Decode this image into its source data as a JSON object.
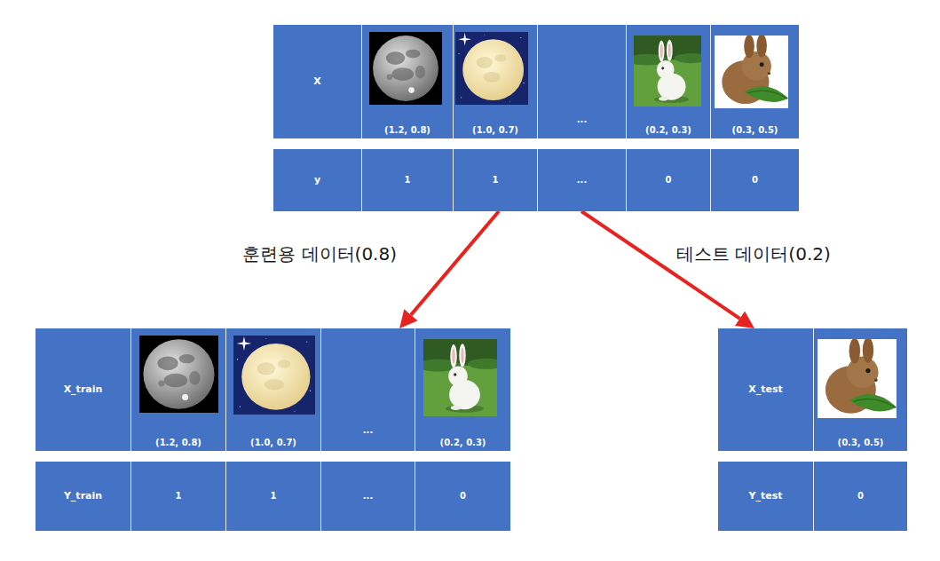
{
  "diagram": {
    "nodes": [
      {
        "text": [
          "X"
        ]
      },
      {
        "text": [
          "(1.2, 0.8)"
        ],
        "in": 0
      },
      {
        "text": [
          "(1.0, 0.7)"
        ],
        "in": 0
      },
      {
        "text": [
          "..."
        ],
        "in": 0
      },
      {
        "text": [
          "(0.2, 0.3)"
        ],
        "in": 0
      },
      {
        "text": [
          "(0.3, 0.5)"
        ],
        "in": 0
      },
      {
        "text": [
          "y"
        ]
      },
      {
        "text": [
          "1"
        ],
        "in": 6
      },
      {
        "text": [
          "1"
        ],
        "in": 6
      },
      {
        "text": [
          "..."
        ],
        "in": 6
      },
      {
        "text": [
          "0"
        ],
        "in": 6
      },
      {
        "text": [
          "0"
        ],
        "in": 6
      },
      {
        "text": [
          "X_train"
        ]
      },
      {
        "text": [
          "(1.2, 0.8)"
        ],
        "in": 12
      },
      {
        "text": [
          "(1.0, 0.7)"
        ],
        "in": 12
      },
      {
        "text": [
          "..."
        ],
        "in": 12
      },
      {
        "text": [
          "(0.2, 0.3)"
        ],
        "in": 12
      },
      {
        "text": [
          "Y_train"
        ]
      },
      {
        "text": [
          "1"
        ],
        "in": 17
      },
      {
        "text": [
          "1"
        ],
        "in": 17
      },
      {
        "text": [
          "..."
        ],
        "in": 17
      },
      {
        "text": [
          "0"
        ],
        "in": 17
      },
      {
        "text": [
          "X_test"
        ]
      },
      {
        "text": [
          "(0.3, 0.5)"
        ],
        "in": 22
      },
      {
        "text": [
          "Y_test"
        ]
      },
      {
        "text": [
          "0"
        ],
        "in": 24
      }
    ],
    "edges": [
      {
        "from": 6,
        "to": 12,
        "arrow": "to",
        "label": "훈련용 데이터(0.8)"
      },
      {
        "from": 6,
        "to": 22,
        "arrow": "to",
        "label": "테스트 데이터(0.2)"
      }
    ]
  }
}
